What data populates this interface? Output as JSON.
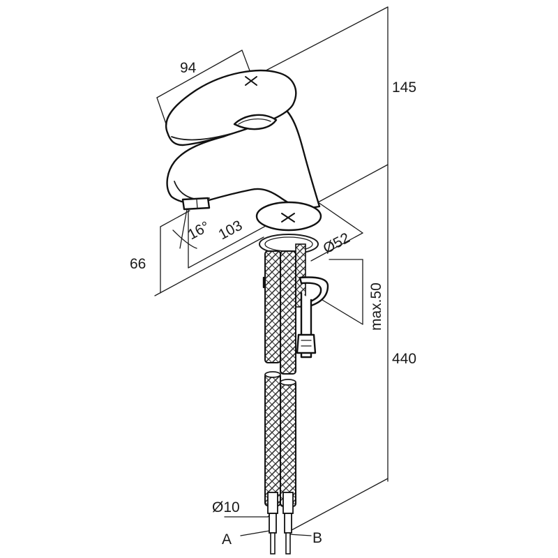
{
  "dimensions": {
    "lever_length": "94",
    "upper_height": "145",
    "total_height": "440",
    "spout_height": "66",
    "spout_angle": "16°",
    "spout_reach": "103",
    "base_diameter": "Ø52",
    "max_deck_thickness": "max.50",
    "hose_diameter": "Ø10"
  },
  "connections": {
    "left": "A",
    "right": "B"
  }
}
